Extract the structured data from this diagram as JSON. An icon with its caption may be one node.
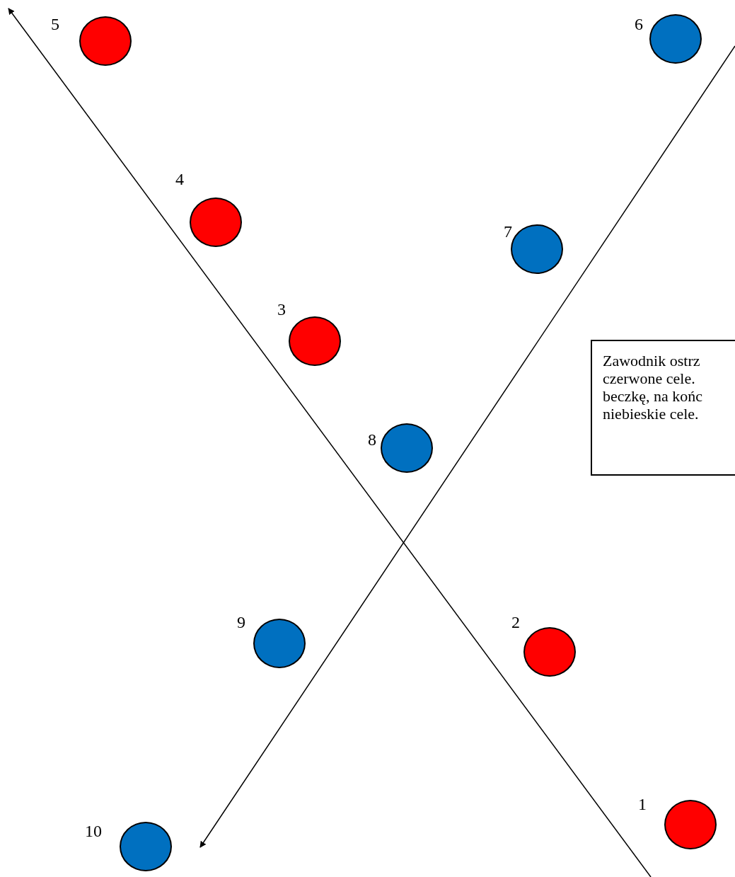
{
  "diagram": {
    "nodes": [
      {
        "text": [],
        "shape": "circle",
        "beside": [
          "1"
        ]
      },
      {
        "text": [],
        "shape": "circle",
        "beside": [
          "2"
        ]
      },
      {
        "text": [],
        "shape": "circle",
        "beside": [
          "3"
        ]
      },
      {
        "text": [],
        "shape": "circle",
        "beside": [
          "4"
        ]
      },
      {
        "text": [],
        "shape": "circle",
        "beside": [
          "5"
        ]
      },
      {
        "text": [],
        "shape": "circle",
        "beside": [
          "6"
        ]
      },
      {
        "text": [],
        "shape": "circle",
        "beside": [
          "7"
        ]
      },
      {
        "text": [],
        "shape": "circle",
        "beside": [
          "8"
        ]
      },
      {
        "text": [],
        "shape": "circle",
        "beside": [
          "9"
        ]
      },
      {
        "text": [],
        "shape": "circle",
        "beside": [
          "10"
        ]
      },
      {
        "text": [
          "Zawodnik ostrz",
          "czerwone cele.",
          "beczkę, na końc",
          "niebieskie cele."
        ]
      }
    ]
  }
}
